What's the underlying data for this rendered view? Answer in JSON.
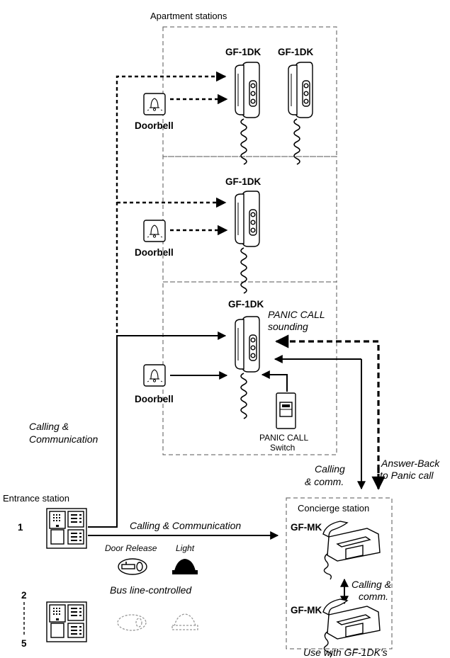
{
  "titles": {
    "apartment_stations": "Apartment stations",
    "entrance_station": "Entrance station",
    "concierge_station": "Concierge station"
  },
  "models": {
    "apartment_handset": "GF-1DK",
    "concierge_handset": "GF-MK"
  },
  "labels": {
    "doorbell": "Doorbell",
    "panic_call_sounding_1": "PANIC CALL",
    "panic_call_sounding_2": "sounding",
    "panic_switch_1": "PANIC CALL",
    "panic_switch_2": "Switch",
    "calling_communication_1": "Calling &",
    "calling_communication_2": "Communication",
    "calling_communication_line": "Calling & Communication",
    "calling_comm_1": "Calling",
    "calling_comm_2": "& comm.",
    "answer_back_1": "Answer-Back",
    "answer_back_2": "to Panic call",
    "concierge_calling_1": "Calling &",
    "concierge_calling_2": "comm.",
    "door_release": "Door Release",
    "light": "Light",
    "bus_controlled": "Bus line-controlled",
    "use_with": "Use with GF-1DK's",
    "entrance_num_1": "1",
    "entrance_num_2": "2",
    "entrance_num_5": "5"
  },
  "icons": {
    "doorbell": "bell-icon",
    "handset": "intercom-handset-icon",
    "desk_phone": "desk-phone-icon",
    "entrance_panel": "entrance-panel-icon",
    "door_release": "key-icon",
    "light": "lamp-icon",
    "panic_switch": "panic-switch-icon"
  }
}
